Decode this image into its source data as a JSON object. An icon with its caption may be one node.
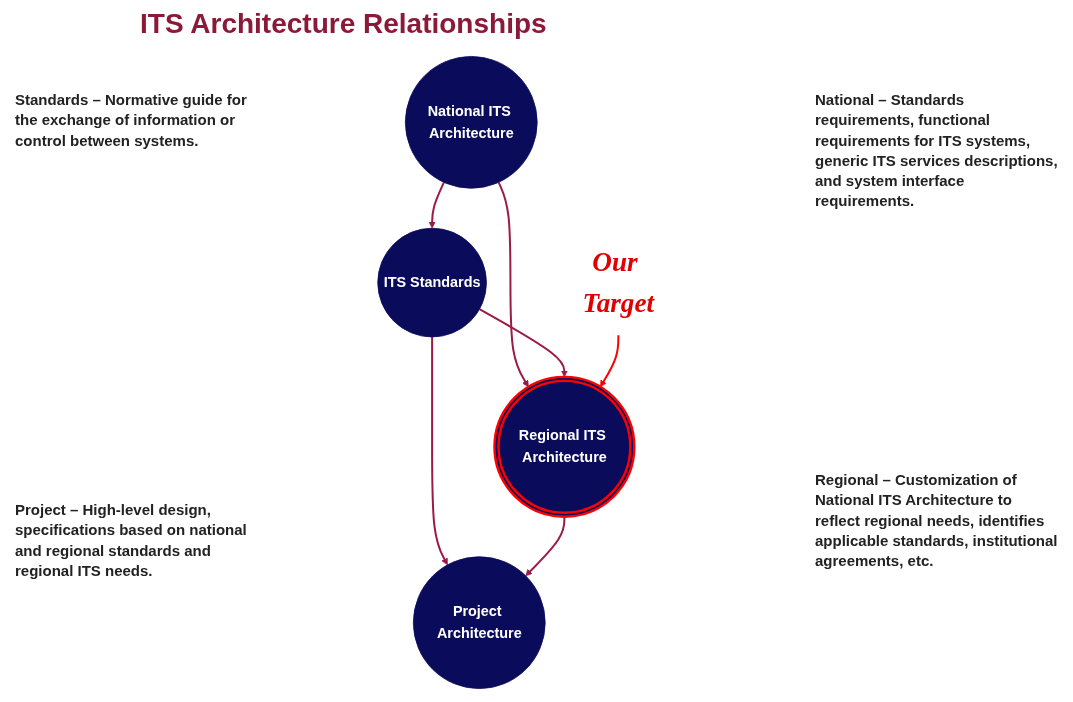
{
  "diagram": {
    "title": "ITS Architecture Relationships",
    "nodes": [
      {
        "text": [
          "National ITS Architecture"
        ]
      },
      {
        "text": [
          "ITS Standards"
        ]
      },
      {
        "text": [
          "Regional ITS Architecture"
        ]
      },
      {
        "text": [
          "Project Architecture"
        ]
      },
      {
        "text": [
          "Our Target"
        ]
      }
    ],
    "edges": [
      {
        "from": 0,
        "to": 1,
        "arrow": "to"
      },
      {
        "from": 0,
        "to": 2,
        "arrow": "to"
      },
      {
        "from": 1,
        "to": 2,
        "arrow": "to"
      },
      {
        "from": 1,
        "to": 3,
        "arrow": "to"
      },
      {
        "from": 2,
        "to": 3,
        "arrow": "to"
      },
      {
        "from": 4,
        "to": 2,
        "arrow": "to",
        "color": "#ff0000"
      }
    ],
    "labels": [
      "National – Standards requirements, functional requirements for ITS systems, generic ITS services descriptions, and system interface requirements.",
      "Standards – Normative guide for the exchange of information or control between systems.",
      "Regional – Customization of National ITS Architecture to reflect regional needs, identifies applicable standards, institutional agreements, etc.",
      "Project – High-level design, specifications based on national and regional standards and regional ITS needs."
    ]
  }
}
